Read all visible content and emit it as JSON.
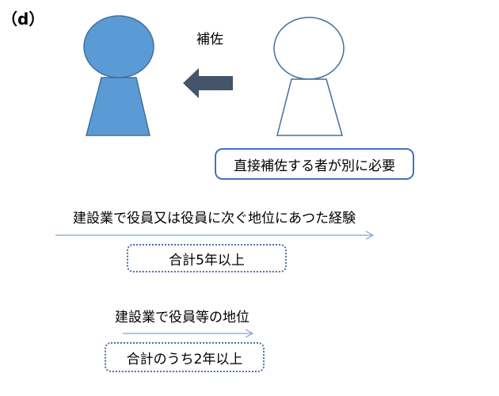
{
  "figure_label": "（d）",
  "top": {
    "arrow_label": "補佐",
    "assistant_note": "直接補佐する者が別に必要"
  },
  "timeline_1": {
    "label": "建設業で役員又は役員に次ぐ地位にあつた経験",
    "total": "合計5年以上"
  },
  "timeline_2": {
    "label": "建設業で役員等の地位",
    "total": "合計のうち2年以上"
  },
  "colors": {
    "filled_person": "#5B9BD5",
    "person_outline": "#41719C",
    "big_arrow": "#44546A",
    "thin_arrow": "#7BA7D7",
    "box_border": "#4472C4"
  }
}
